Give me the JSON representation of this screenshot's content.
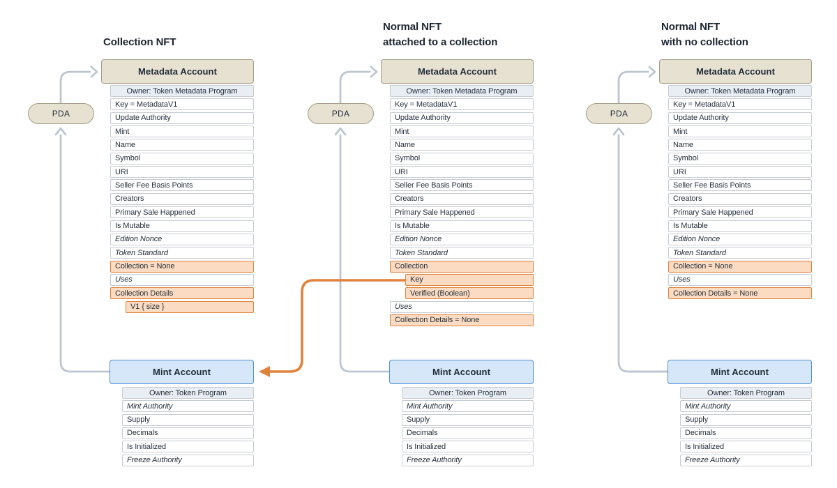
{
  "colors": {
    "tan_fill": "#e7e1d2",
    "tan_border": "#a59c86",
    "blue_fill": "#d5e7f8",
    "blue_border": "#4a8fd3",
    "orange_fill": "#fbdcc2",
    "orange_border": "#df823e",
    "owner_row_fill": "#e9eef5",
    "row_border": "#c6ccd4",
    "gray_arrow": "#bcc6d1",
    "orange_arrow": "#df823e",
    "text": "#25303c",
    "title_text": "#1b2531"
  },
  "columns": [
    {
      "title_lines": [
        "Collection NFT"
      ],
      "pda_label": "PDA",
      "metadata_header": "Metadata Account",
      "metadata_rows": [
        {
          "text": "Owner: Token Metadata Program",
          "style": "owner"
        },
        {
          "text": "Key = MetadataV1"
        },
        {
          "text": "Update Authority"
        },
        {
          "text": "Mint"
        },
        {
          "text": "Name"
        },
        {
          "text": "Symbol"
        },
        {
          "text": "URI"
        },
        {
          "text": "Seller Fee Basis Points"
        },
        {
          "text": "Creators"
        },
        {
          "text": "Primary Sale Happened"
        },
        {
          "text": "Is Mutable"
        },
        {
          "text": "Edition Nonce",
          "style": "italic"
        },
        {
          "text": "Token Standard",
          "style": "italic"
        },
        {
          "text": "Collection = None",
          "style": "orange"
        },
        {
          "text": "Uses",
          "style": "italic"
        },
        {
          "text": "Collection Details",
          "style": "orange"
        },
        {
          "text": "V1 { size }",
          "style": "orange",
          "indent": true
        }
      ],
      "mint_header": "Mint Account",
      "mint_rows": [
        {
          "text": "Owner: Token Program",
          "style": "owner"
        },
        {
          "text": "Mint Authority",
          "style": "italic"
        },
        {
          "text": "Supply"
        },
        {
          "text": "Decimals"
        },
        {
          "text": "Is Initialized"
        },
        {
          "text": "Freeze Authority",
          "style": "italic"
        }
      ]
    },
    {
      "title_lines": [
        "Normal NFT",
        "attached to a collection"
      ],
      "pda_label": "PDA",
      "metadata_header": "Metadata Account",
      "metadata_rows": [
        {
          "text": "Owner: Token Metadata Program",
          "style": "owner"
        },
        {
          "text": "Key = MetadataV1"
        },
        {
          "text": "Update Authority"
        },
        {
          "text": "Mint"
        },
        {
          "text": "Name"
        },
        {
          "text": "Symbol"
        },
        {
          "text": "URI"
        },
        {
          "text": "Seller Fee Basis Points"
        },
        {
          "text": "Creators"
        },
        {
          "text": "Primary Sale Happened"
        },
        {
          "text": "Is Mutable"
        },
        {
          "text": "Edition Nonce",
          "style": "italic"
        },
        {
          "text": "Token Standard",
          "style": "italic"
        },
        {
          "text": "Collection",
          "style": "orange"
        },
        {
          "text": "Key",
          "style": "orange",
          "indent": true
        },
        {
          "text": "Verified (Boolean)",
          "style": "orange",
          "indent": true
        },
        {
          "text": "Uses",
          "style": "italic"
        },
        {
          "text": "Collection Details = None",
          "style": "orange"
        }
      ],
      "mint_header": "Mint Account",
      "mint_rows": [
        {
          "text": "Owner: Token Program",
          "style": "owner"
        },
        {
          "text": "Mint Authority",
          "style": "italic"
        },
        {
          "text": "Supply"
        },
        {
          "text": "Decimals"
        },
        {
          "text": "Is Initialized"
        },
        {
          "text": "Freeze Authority",
          "style": "italic"
        }
      ]
    },
    {
      "title_lines": [
        "Normal NFT",
        "with no collection"
      ],
      "pda_label": "PDA",
      "metadata_header": "Metadata Account",
      "metadata_rows": [
        {
          "text": "Owner: Token Metadata Program",
          "style": "owner"
        },
        {
          "text": "Key = MetadataV1"
        },
        {
          "text": "Update Authority"
        },
        {
          "text": "Mint"
        },
        {
          "text": "Name"
        },
        {
          "text": "Symbol"
        },
        {
          "text": "URI"
        },
        {
          "text": "Seller Fee Basis Points"
        },
        {
          "text": "Creators"
        },
        {
          "text": "Primary Sale Happened"
        },
        {
          "text": "Is Mutable"
        },
        {
          "text": "Edition Nonce",
          "style": "italic"
        },
        {
          "text": "Token Standard",
          "style": "italic"
        },
        {
          "text": "Collection = None",
          "style": "orange"
        },
        {
          "text": "Uses",
          "style": "italic"
        },
        {
          "text": "Collection Details = None",
          "style": "orange"
        }
      ],
      "mint_header": "Mint Account",
      "mint_rows": [
        {
          "text": "Owner: Token Program",
          "style": "owner"
        },
        {
          "text": "Mint Authority",
          "style": "italic"
        },
        {
          "text": "Supply"
        },
        {
          "text": "Decimals"
        },
        {
          "text": "Is Initialized"
        },
        {
          "text": "Freeze Authority",
          "style": "italic"
        }
      ]
    }
  ]
}
